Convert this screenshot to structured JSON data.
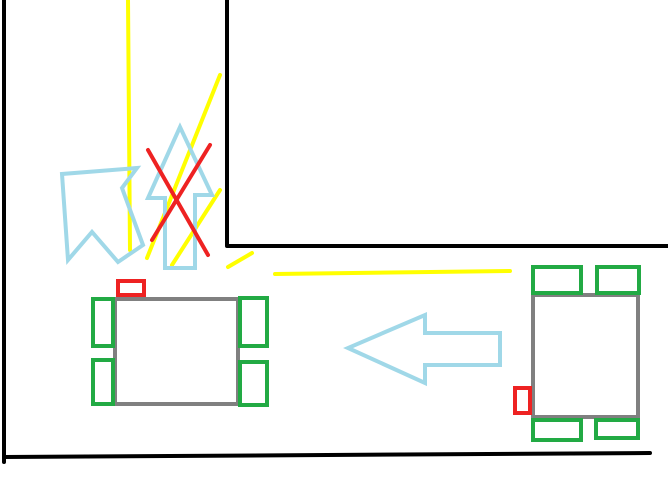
{
  "canvas": {
    "background": "#ffffff"
  },
  "colors": {
    "wall": "#000000",
    "sight_line": "#ffff00",
    "arrow": "#a0d8e8",
    "body": "#808080",
    "wheel": "#22aa44",
    "sensor": "#ee2222",
    "cross": "#ee2222"
  },
  "scene": {
    "walls": [
      "outer-left-wall",
      "bottom-wall",
      "building-block"
    ],
    "vehicles": [
      {
        "name": "vehicle-left",
        "heading": "up",
        "sensor_side": "front"
      },
      {
        "name": "vehicle-right",
        "heading": "left",
        "sensor_side": "front"
      }
    ],
    "arrows": [
      {
        "name": "arrow-left-movement",
        "direction": "left"
      },
      {
        "name": "arrow-up-blocked",
        "direction": "up",
        "crossed_out": true
      },
      {
        "name": "arrow-turn-left",
        "direction": "up-left"
      }
    ],
    "sight_lines": 5
  }
}
